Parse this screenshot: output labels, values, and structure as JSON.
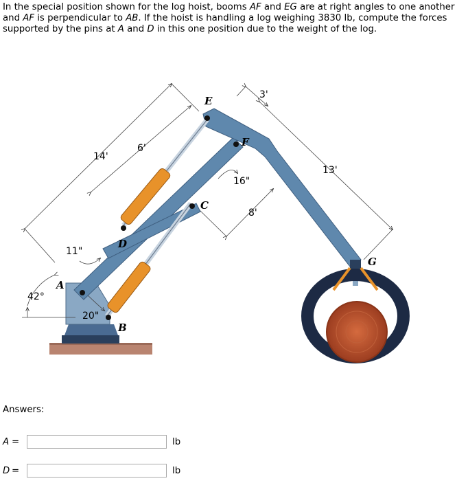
{
  "problem": {
    "p1": "In the special position shown for the log hoist, booms ",
    "AF": "AF",
    "p2": " and ",
    "EG": "EG",
    "p3": " are at right angles to one another and ",
    "AF2": "AF",
    "p4": " is perpendicular to ",
    "AB": "AB",
    "p5": ". If the hoist is handling a log weighing 3830 lb, compute the forces supported by the pins at ",
    "A": "A",
    "p6": " and ",
    "D": "D",
    "p7": " in this one position due to the weight of the log."
  },
  "figure": {
    "dims": {
      "d14": "14'",
      "d6": "6'",
      "d3": "3'",
      "d13": "13'",
      "d16": "16\"",
      "d8": "8'",
      "d11": "11\"",
      "d20": "20\"",
      "d42": "42°"
    },
    "points": {
      "A": "A",
      "B": "B",
      "C": "C",
      "D": "D",
      "E": "E",
      "F": "F",
      "G": "G"
    },
    "colors": {
      "boom": "#5f88ad",
      "cylinder": "#e8922a",
      "log": "#b8502c",
      "tire": "#1d2a44",
      "base": "#2a3f5c",
      "ground": "#b98470"
    }
  },
  "answers": {
    "label": "Answers:",
    "rows": [
      {
        "var": "A",
        "eq": "=",
        "value": "",
        "unit": "lb"
      },
      {
        "var": "D",
        "eq": "=",
        "value": "",
        "unit": "lb"
      }
    ]
  }
}
